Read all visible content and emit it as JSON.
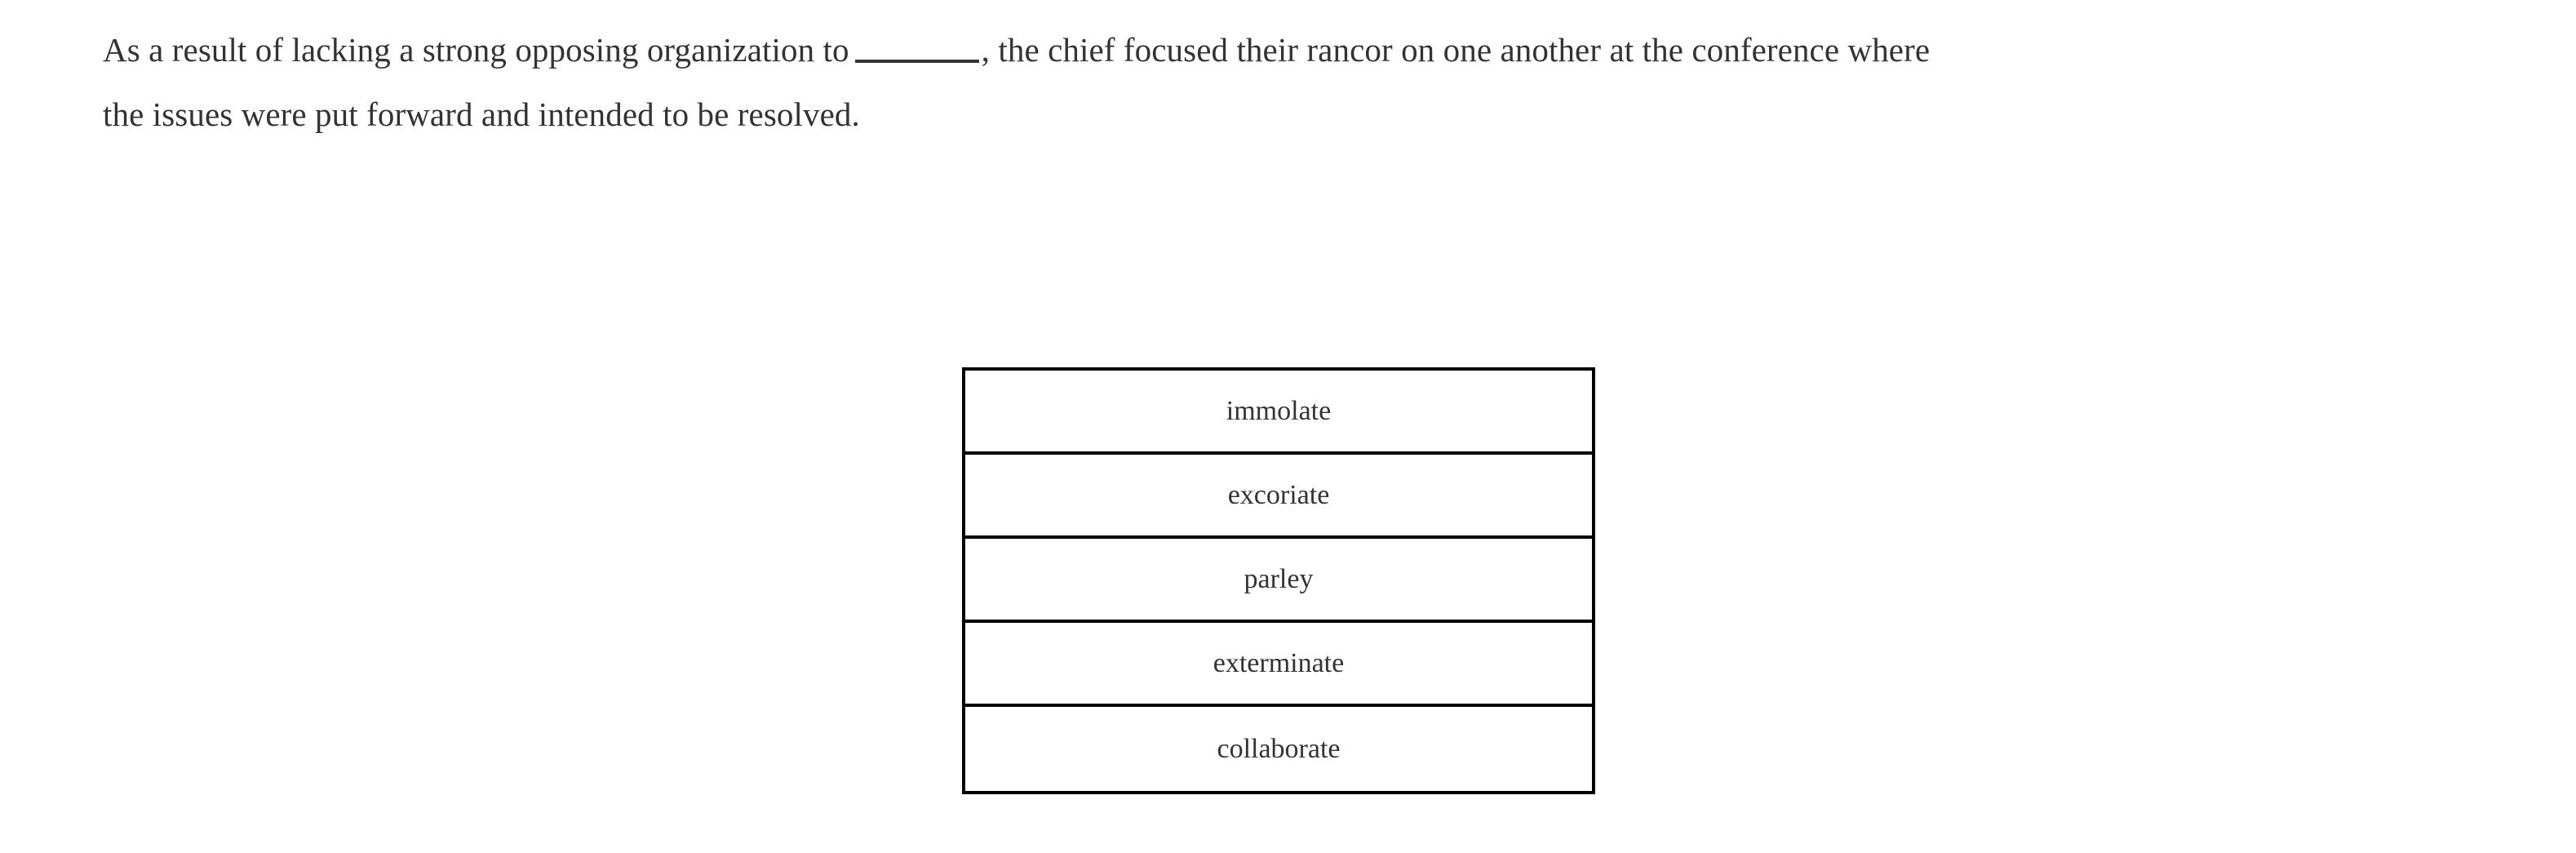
{
  "question": {
    "line1_before_blank": "As a result of lacking a strong opposing organization to",
    "blank_marker": "______",
    "line1_after_blank": ", the chief focused their rancor on one another at the conference where",
    "line2": "the issues were put forward and intended to be resolved.",
    "full_text": "As a result of lacking a strong opposing organization to ______, the chief focused their rancor on one another at the conference where the issues were put forward and intended to be resolved."
  },
  "answer_options": [
    {
      "label": "immolate"
    },
    {
      "label": "excoriate"
    },
    {
      "label": "parley"
    },
    {
      "label": "exterminate"
    },
    {
      "label": "collaborate"
    }
  ],
  "colors": {
    "text": "#333333",
    "border": "#000000",
    "background": "#ffffff"
  }
}
